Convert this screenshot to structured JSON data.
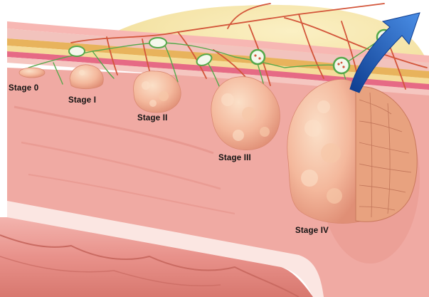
{
  "illustration": {
    "subject": "colon-cancer-stages",
    "stages": [
      {
        "id": "stage-0",
        "label": "Stage 0"
      },
      {
        "id": "stage-1",
        "label": "Stage I"
      },
      {
        "id": "stage-2",
        "label": "Stage II"
      },
      {
        "id": "stage-3",
        "label": "Stage III"
      },
      {
        "id": "stage-4",
        "label": "Stage IV"
      }
    ],
    "colors": {
      "mucosa": "#f0a6a0",
      "tumor": "#f4b7a0",
      "fat": "#f5e3a6",
      "vessel": "#d3553a",
      "lymph": "#55a84a",
      "arrow": "#1d5fc0"
    },
    "icons": [
      "metastasis-arrow-icon",
      "lymph-node-icon"
    ]
  }
}
